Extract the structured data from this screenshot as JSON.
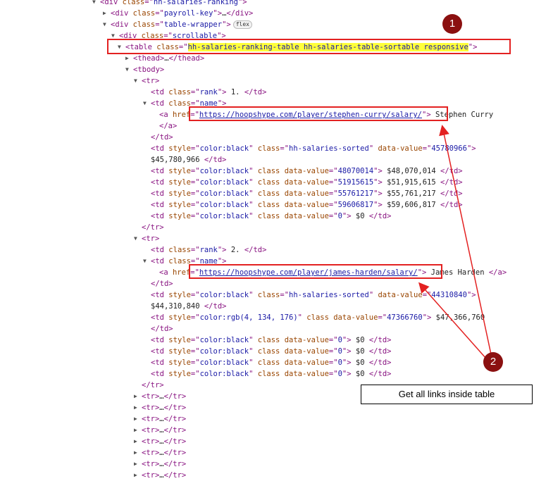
{
  "dom_lines": [
    {
      "indent": 130,
      "tri": "▼",
      "segs": [
        {
          "c": "tag",
          "t": "<div "
        },
        {
          "c": "attr",
          "t": "class"
        },
        {
          "c": "tag",
          "t": "=\""
        },
        {
          "c": "val",
          "t": "hh-salaries-ranking"
        },
        {
          "c": "tag",
          "t": "\">"
        }
      ]
    },
    {
      "indent": 145,
      "tri": "▶",
      "segs": [
        {
          "c": "tag",
          "t": "<div "
        },
        {
          "c": "attr",
          "t": "class"
        },
        {
          "c": "tag",
          "t": "=\""
        },
        {
          "c": "val",
          "t": "payroll-key"
        },
        {
          "c": "tag",
          "t": "\">"
        },
        {
          "c": "txt",
          "t": "…"
        },
        {
          "c": "tag",
          "t": "</div>"
        }
      ]
    },
    {
      "indent": 145,
      "tri": "▼",
      "segs": [
        {
          "c": "tag",
          "t": "<div "
        },
        {
          "c": "attr",
          "t": "class"
        },
        {
          "c": "tag",
          "t": "=\""
        },
        {
          "c": "val",
          "t": "table-wrapper"
        },
        {
          "c": "tag",
          "t": "\">"
        },
        {
          "c": "badge",
          "t": "flex"
        }
      ]
    },
    {
      "indent": 157,
      "tri": "▼",
      "segs": [
        {
          "c": "tag",
          "t": "<div "
        },
        {
          "c": "attr",
          "t": "class"
        },
        {
          "c": "tag",
          "t": "=\""
        },
        {
          "c": "val",
          "t": "scrollable"
        },
        {
          "c": "tag",
          "t": "\">"
        }
      ]
    },
    {
      "indent": 166,
      "tri": "▼",
      "segs": [
        {
          "c": "tag",
          "t": "<table "
        },
        {
          "c": "attr",
          "t": "class"
        },
        {
          "c": "tag",
          "t": "=\""
        },
        {
          "c": "hl",
          "t": "hh-salaries-ranking-table hh-salaries-table-sortable responsive"
        },
        {
          "c": "tag",
          "t": "\">"
        }
      ]
    },
    {
      "indent": 177,
      "tri": "▶",
      "segs": [
        {
          "c": "tag",
          "t": "<thead>"
        },
        {
          "c": "txt",
          "t": "…"
        },
        {
          "c": "tag",
          "t": "</thead>"
        }
      ]
    },
    {
      "indent": 177,
      "tri": "▼",
      "segs": [
        {
          "c": "tag",
          "t": "<tbody>"
        }
      ]
    },
    {
      "indent": 189,
      "tri": "▼",
      "segs": [
        {
          "c": "tag",
          "t": "<tr>"
        }
      ]
    },
    {
      "indent": 202,
      "tri": "",
      "segs": [
        {
          "c": "tag",
          "t": "<td "
        },
        {
          "c": "attr",
          "t": "class"
        },
        {
          "c": "tag",
          "t": "=\""
        },
        {
          "c": "val",
          "t": "rank"
        },
        {
          "c": "tag",
          "t": "\">"
        },
        {
          "c": "txt",
          "t": " 1. "
        },
        {
          "c": "tag",
          "t": "</td>"
        }
      ]
    },
    {
      "indent": 202,
      "tri": "▼",
      "segs": [
        {
          "c": "tag",
          "t": "<td "
        },
        {
          "c": "attr",
          "t": "class"
        },
        {
          "c": "tag",
          "t": "=\""
        },
        {
          "c": "val",
          "t": "name"
        },
        {
          "c": "tag",
          "t": "\">"
        }
      ]
    },
    {
      "indent": 214,
      "tri": "",
      "segs": [
        {
          "c": "tag",
          "t": "<a "
        },
        {
          "c": "attr",
          "t": "href"
        },
        {
          "c": "tag",
          "t": "=\""
        },
        {
          "c": "url",
          "t": "https://hoopshype.com/player/stephen-curry/salary/"
        },
        {
          "c": "tag",
          "t": "\">"
        },
        {
          "c": "txt",
          "t": " Stephen Curry"
        }
      ]
    },
    {
      "indent": 214,
      "tri": "",
      "segs": [
        {
          "c": "tag",
          "t": "</a>"
        }
      ]
    },
    {
      "indent": 202,
      "tri": "",
      "segs": [
        {
          "c": "tag",
          "t": "</td>"
        }
      ]
    },
    {
      "indent": 202,
      "tri": "",
      "segs": [
        {
          "c": "tag",
          "t": "<td "
        },
        {
          "c": "attr",
          "t": "style"
        },
        {
          "c": "tag",
          "t": "=\""
        },
        {
          "c": "val",
          "t": "color:black"
        },
        {
          "c": "tag",
          "t": "\" "
        },
        {
          "c": "attr",
          "t": "class"
        },
        {
          "c": "tag",
          "t": "=\""
        },
        {
          "c": "val",
          "t": "hh-salaries-sorted"
        },
        {
          "c": "tag",
          "t": "\" "
        },
        {
          "c": "attr",
          "t": "data-value"
        },
        {
          "c": "tag",
          "t": "=\""
        },
        {
          "c": "val",
          "t": "45780966"
        },
        {
          "c": "tag",
          "t": "\">"
        }
      ]
    },
    {
      "indent": 202,
      "tri": "",
      "segs": [
        {
          "c": "txt",
          "t": "$45,780,966 "
        },
        {
          "c": "tag",
          "t": "</td>"
        }
      ]
    },
    {
      "indent": 202,
      "tri": "",
      "segs": [
        {
          "c": "tag",
          "t": "<td "
        },
        {
          "c": "attr",
          "t": "style"
        },
        {
          "c": "tag",
          "t": "=\""
        },
        {
          "c": "val",
          "t": "color:black"
        },
        {
          "c": "tag",
          "t": "\" "
        },
        {
          "c": "attr",
          "t": "class data-value"
        },
        {
          "c": "tag",
          "t": "=\""
        },
        {
          "c": "val",
          "t": "48070014"
        },
        {
          "c": "tag",
          "t": "\">"
        },
        {
          "c": "txt",
          "t": " $48,070,014 "
        },
        {
          "c": "tag",
          "t": "</td>"
        }
      ]
    },
    {
      "indent": 202,
      "tri": "",
      "segs": [
        {
          "c": "tag",
          "t": "<td "
        },
        {
          "c": "attr",
          "t": "style"
        },
        {
          "c": "tag",
          "t": "=\""
        },
        {
          "c": "val",
          "t": "color:black"
        },
        {
          "c": "tag",
          "t": "\" "
        },
        {
          "c": "attr",
          "t": "class data-value"
        },
        {
          "c": "tag",
          "t": "=\""
        },
        {
          "c": "val",
          "t": "51915615"
        },
        {
          "c": "tag",
          "t": "\">"
        },
        {
          "c": "txt",
          "t": " $51,915,615 "
        },
        {
          "c": "tag",
          "t": "</td>"
        }
      ]
    },
    {
      "indent": 202,
      "tri": "",
      "segs": [
        {
          "c": "tag",
          "t": "<td "
        },
        {
          "c": "attr",
          "t": "style"
        },
        {
          "c": "tag",
          "t": "=\""
        },
        {
          "c": "val",
          "t": "color:black"
        },
        {
          "c": "tag",
          "t": "\" "
        },
        {
          "c": "attr",
          "t": "class data-value"
        },
        {
          "c": "tag",
          "t": "=\""
        },
        {
          "c": "val",
          "t": "55761217"
        },
        {
          "c": "tag",
          "t": "\">"
        },
        {
          "c": "txt",
          "t": " $55,761,217 "
        },
        {
          "c": "tag",
          "t": "</td>"
        }
      ]
    },
    {
      "indent": 202,
      "tri": "",
      "segs": [
        {
          "c": "tag",
          "t": "<td "
        },
        {
          "c": "attr",
          "t": "style"
        },
        {
          "c": "tag",
          "t": "=\""
        },
        {
          "c": "val",
          "t": "color:black"
        },
        {
          "c": "tag",
          "t": "\" "
        },
        {
          "c": "attr",
          "t": "class data-value"
        },
        {
          "c": "tag",
          "t": "=\""
        },
        {
          "c": "val",
          "t": "59606817"
        },
        {
          "c": "tag",
          "t": "\">"
        },
        {
          "c": "txt",
          "t": " $59,606,817 "
        },
        {
          "c": "tag",
          "t": "</td>"
        }
      ]
    },
    {
      "indent": 202,
      "tri": "",
      "segs": [
        {
          "c": "tag",
          "t": "<td "
        },
        {
          "c": "attr",
          "t": "style"
        },
        {
          "c": "tag",
          "t": "=\""
        },
        {
          "c": "val",
          "t": "color:black"
        },
        {
          "c": "tag",
          "t": "\" "
        },
        {
          "c": "attr",
          "t": "class data-value"
        },
        {
          "c": "tag",
          "t": "=\""
        },
        {
          "c": "val",
          "t": "0"
        },
        {
          "c": "tag",
          "t": "\">"
        },
        {
          "c": "txt",
          "t": " $0 "
        },
        {
          "c": "tag",
          "t": "</td>"
        }
      ]
    },
    {
      "indent": 189,
      "tri": "",
      "segs": [
        {
          "c": "tag",
          "t": "</tr>"
        }
      ]
    },
    {
      "indent": 189,
      "tri": "▼",
      "segs": [
        {
          "c": "tag",
          "t": "<tr>"
        }
      ]
    },
    {
      "indent": 202,
      "tri": "",
      "segs": [
        {
          "c": "tag",
          "t": "<td "
        },
        {
          "c": "attr",
          "t": "class"
        },
        {
          "c": "tag",
          "t": "=\""
        },
        {
          "c": "val",
          "t": "rank"
        },
        {
          "c": "tag",
          "t": "\">"
        },
        {
          "c": "txt",
          "t": " 2. "
        },
        {
          "c": "tag",
          "t": "</td>"
        }
      ]
    },
    {
      "indent": 202,
      "tri": "▼",
      "segs": [
        {
          "c": "tag",
          "t": "<td "
        },
        {
          "c": "attr",
          "t": "class"
        },
        {
          "c": "tag",
          "t": "=\""
        },
        {
          "c": "val",
          "t": "name"
        },
        {
          "c": "tag",
          "t": "\">"
        }
      ]
    },
    {
      "indent": 214,
      "tri": "",
      "segs": [
        {
          "c": "tag",
          "t": "<a "
        },
        {
          "c": "attr",
          "t": "href"
        },
        {
          "c": "tag",
          "t": "=\""
        },
        {
          "c": "url",
          "t": "https://hoopshype.com/player/james-harden/salary/"
        },
        {
          "c": "tag",
          "t": "\">"
        },
        {
          "c": "txt",
          "t": " James Harden "
        },
        {
          "c": "tag",
          "t": "</a>"
        }
      ]
    },
    {
      "indent": 202,
      "tri": "",
      "segs": [
        {
          "c": "tag",
          "t": "</td>"
        }
      ]
    },
    {
      "indent": 202,
      "tri": "",
      "segs": [
        {
          "c": "tag",
          "t": "<td "
        },
        {
          "c": "attr",
          "t": "style"
        },
        {
          "c": "tag",
          "t": "=\""
        },
        {
          "c": "val",
          "t": "color:black"
        },
        {
          "c": "tag",
          "t": "\" "
        },
        {
          "c": "attr",
          "t": "class"
        },
        {
          "c": "tag",
          "t": "=\""
        },
        {
          "c": "val",
          "t": "hh-salaries-sorted"
        },
        {
          "c": "tag",
          "t": "\" "
        },
        {
          "c": "attr",
          "t": "data-value"
        },
        {
          "c": "tag",
          "t": "=\""
        },
        {
          "c": "val",
          "t": "44310840"
        },
        {
          "c": "tag",
          "t": "\">"
        }
      ]
    },
    {
      "indent": 202,
      "tri": "",
      "segs": [
        {
          "c": "txt",
          "t": "$44,310,840 "
        },
        {
          "c": "tag",
          "t": "</td>"
        }
      ]
    },
    {
      "indent": 202,
      "tri": "",
      "segs": [
        {
          "c": "tag",
          "t": "<td "
        },
        {
          "c": "attr",
          "t": "style"
        },
        {
          "c": "tag",
          "t": "=\""
        },
        {
          "c": "val",
          "t": "color:rgb(4, 134, 176)"
        },
        {
          "c": "tag",
          "t": "\" "
        },
        {
          "c": "attr",
          "t": "class data-value"
        },
        {
          "c": "tag",
          "t": "=\""
        },
        {
          "c": "val",
          "t": "47366760"
        },
        {
          "c": "tag",
          "t": "\">"
        },
        {
          "c": "txt",
          "t": " $47,366,760"
        }
      ]
    },
    {
      "indent": 202,
      "tri": "",
      "segs": [
        {
          "c": "tag",
          "t": "</td>"
        }
      ]
    },
    {
      "indent": 202,
      "tri": "",
      "segs": [
        {
          "c": "tag",
          "t": "<td "
        },
        {
          "c": "attr",
          "t": "style"
        },
        {
          "c": "tag",
          "t": "=\""
        },
        {
          "c": "val",
          "t": "color:black"
        },
        {
          "c": "tag",
          "t": "\" "
        },
        {
          "c": "attr",
          "t": "class data-value"
        },
        {
          "c": "tag",
          "t": "=\""
        },
        {
          "c": "val",
          "t": "0"
        },
        {
          "c": "tag",
          "t": "\">"
        },
        {
          "c": "txt",
          "t": " $0 "
        },
        {
          "c": "tag",
          "t": "</td>"
        }
      ]
    },
    {
      "indent": 202,
      "tri": "",
      "segs": [
        {
          "c": "tag",
          "t": "<td "
        },
        {
          "c": "attr",
          "t": "style"
        },
        {
          "c": "tag",
          "t": "=\""
        },
        {
          "c": "val",
          "t": "color:black"
        },
        {
          "c": "tag",
          "t": "\" "
        },
        {
          "c": "attr",
          "t": "class data-value"
        },
        {
          "c": "tag",
          "t": "=\""
        },
        {
          "c": "val",
          "t": "0"
        },
        {
          "c": "tag",
          "t": "\">"
        },
        {
          "c": "txt",
          "t": " $0 "
        },
        {
          "c": "tag",
          "t": "</td>"
        }
      ]
    },
    {
      "indent": 202,
      "tri": "",
      "segs": [
        {
          "c": "tag",
          "t": "<td "
        },
        {
          "c": "attr",
          "t": "style"
        },
        {
          "c": "tag",
          "t": "=\""
        },
        {
          "c": "val",
          "t": "color:black"
        },
        {
          "c": "tag",
          "t": "\" "
        },
        {
          "c": "attr",
          "t": "class data-value"
        },
        {
          "c": "tag",
          "t": "=\""
        },
        {
          "c": "val",
          "t": "0"
        },
        {
          "c": "tag",
          "t": "\">"
        },
        {
          "c": "txt",
          "t": " $0 "
        },
        {
          "c": "tag",
          "t": "</td>"
        }
      ]
    },
    {
      "indent": 202,
      "tri": "",
      "segs": [
        {
          "c": "tag",
          "t": "<td "
        },
        {
          "c": "attr",
          "t": "style"
        },
        {
          "c": "tag",
          "t": "=\""
        },
        {
          "c": "val",
          "t": "color:black"
        },
        {
          "c": "tag",
          "t": "\" "
        },
        {
          "c": "attr",
          "t": "class data-value"
        },
        {
          "c": "tag",
          "t": "=\""
        },
        {
          "c": "val",
          "t": "0"
        },
        {
          "c": "tag",
          "t": "\">"
        },
        {
          "c": "txt",
          "t": " $0 "
        },
        {
          "c": "tag",
          "t": "</td>"
        }
      ]
    },
    {
      "indent": 189,
      "tri": "",
      "segs": [
        {
          "c": "tag",
          "t": "</tr>"
        }
      ]
    },
    {
      "indent": 189,
      "tri": "▶",
      "segs": [
        {
          "c": "tag",
          "t": "<tr>"
        },
        {
          "c": "txt",
          "t": "…"
        },
        {
          "c": "tag",
          "t": "</tr>"
        }
      ]
    },
    {
      "indent": 189,
      "tri": "▶",
      "segs": [
        {
          "c": "tag",
          "t": "<tr>"
        },
        {
          "c": "txt",
          "t": "…"
        },
        {
          "c": "tag",
          "t": "</tr>"
        }
      ]
    },
    {
      "indent": 189,
      "tri": "▶",
      "segs": [
        {
          "c": "tag",
          "t": "<tr>"
        },
        {
          "c": "txt",
          "t": "…"
        },
        {
          "c": "tag",
          "t": "</tr>"
        }
      ]
    },
    {
      "indent": 189,
      "tri": "▶",
      "segs": [
        {
          "c": "tag",
          "t": "<tr>"
        },
        {
          "c": "txt",
          "t": "…"
        },
        {
          "c": "tag",
          "t": "</tr>"
        }
      ]
    },
    {
      "indent": 189,
      "tri": "▶",
      "segs": [
        {
          "c": "tag",
          "t": "<tr>"
        },
        {
          "c": "txt",
          "t": "…"
        },
        {
          "c": "tag",
          "t": "</tr>"
        }
      ]
    },
    {
      "indent": 189,
      "tri": "▶",
      "segs": [
        {
          "c": "tag",
          "t": "<tr>"
        },
        {
          "c": "txt",
          "t": "…"
        },
        {
          "c": "tag",
          "t": "</tr>"
        }
      ]
    },
    {
      "indent": 189,
      "tri": "▶",
      "segs": [
        {
          "c": "tag",
          "t": "<tr>"
        },
        {
          "c": "txt",
          "t": "…"
        },
        {
          "c": "tag",
          "t": "</tr>"
        }
      ]
    },
    {
      "indent": 189,
      "tri": "▶",
      "segs": [
        {
          "c": "tag",
          "t": "<tr>"
        },
        {
          "c": "txt",
          "t": "…"
        },
        {
          "c": "tag",
          "t": "</tr>"
        }
      ]
    }
  ],
  "annotations": {
    "marker_1": "1",
    "marker_2": "2",
    "callout_text": "Get all links inside table",
    "highlight_color": "#ffff3a",
    "annotation_color": "#e32121",
    "marker_color": "#8b1010"
  }
}
